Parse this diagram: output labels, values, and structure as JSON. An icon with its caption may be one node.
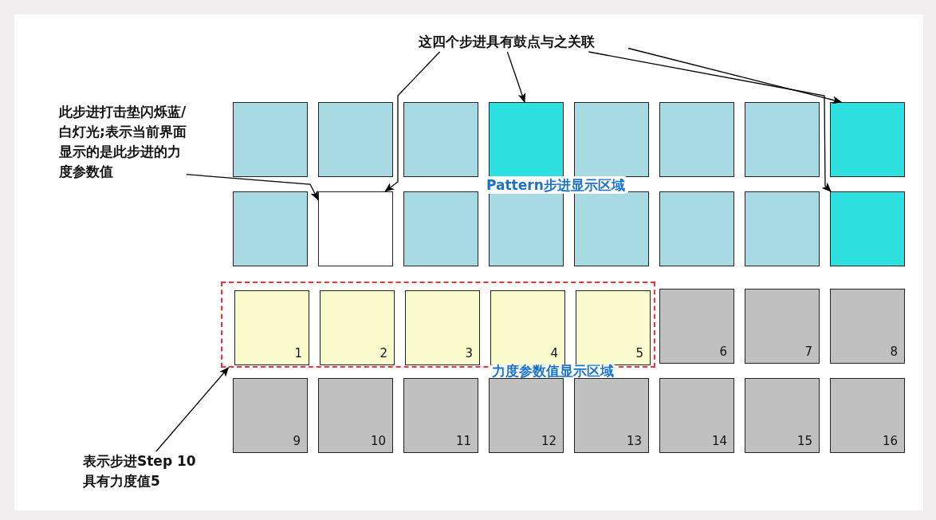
{
  "diagram": {
    "nodes": [
      {
        "text": [
          "这四个步进具有鼓点与之关联"
        ]
      },
      {
        "text": [
          "此步进打击垫闪烁蓝/白灯光;表示当前界面显示的是此步进的力度参数值"
        ]
      },
      {
        "text": [],
        "shape": "box"
      },
      {
        "text": [],
        "shape": "box"
      },
      {
        "text": [],
        "shape": "box"
      },
      {
        "text": [],
        "shape": "box"
      },
      {
        "text": [],
        "shape": "box"
      },
      {
        "text": [],
        "shape": "box"
      },
      {
        "text": [],
        "shape": "box"
      },
      {
        "text": [],
        "shape": "box"
      },
      {
        "text": [],
        "shape": "box"
      },
      {
        "text": [],
        "shape": "box"
      },
      {
        "text": [],
        "shape": "box"
      },
      {
        "text": [],
        "shape": "box"
      },
      {
        "text": [],
        "shape": "box"
      },
      {
        "text": [],
        "shape": "box"
      },
      {
        "text": [],
        "shape": "box"
      },
      {
        "text": [],
        "shape": "box"
      },
      {
        "text": [
          "力度参数值显示区域"
        ]
      },
      {
        "text": [
          "1"
        ],
        "in": 18
      },
      {
        "text": [
          "2"
        ],
        "in": 18
      },
      {
        "text": [
          "3"
        ],
        "in": 18
      },
      {
        "text": [
          "4"
        ],
        "in": 18
      },
      {
        "text": [
          "5"
        ],
        "in": 18
      },
      {
        "text": [
          "6"
        ]
      },
      {
        "text": [
          "7"
        ]
      },
      {
        "text": [
          "8"
        ]
      },
      {
        "text": [
          "9"
        ]
      },
      {
        "text": [
          "10"
        ]
      },
      {
        "text": [
          "11"
        ]
      },
      {
        "text": [
          "12"
        ]
      },
      {
        "text": [
          "13"
        ]
      },
      {
        "text": [
          "14"
        ]
      },
      {
        "text": [
          "15"
        ]
      },
      {
        "text": [
          "16"
        ]
      },
      {
        "text": [
          "表示步进Step 10 具有力度值5"
        ]
      }
    ],
    "edges": [
      {
        "from": 0,
        "to": 5,
        "arrow": "to"
      },
      {
        "from": 0,
        "to": 9,
        "arrow": "to"
      },
      {
        "from": 0,
        "to": 17,
        "arrow": "to"
      },
      {
        "from": 0,
        "to": 11,
        "arrow": "to"
      },
      {
        "from": 1,
        "to": 11,
        "arrow": "to"
      },
      {
        "from": 35,
        "to": 18,
        "arrow": "to"
      }
    ],
    "labels": [
      "Pattern步进显示区域"
    ]
  }
}
